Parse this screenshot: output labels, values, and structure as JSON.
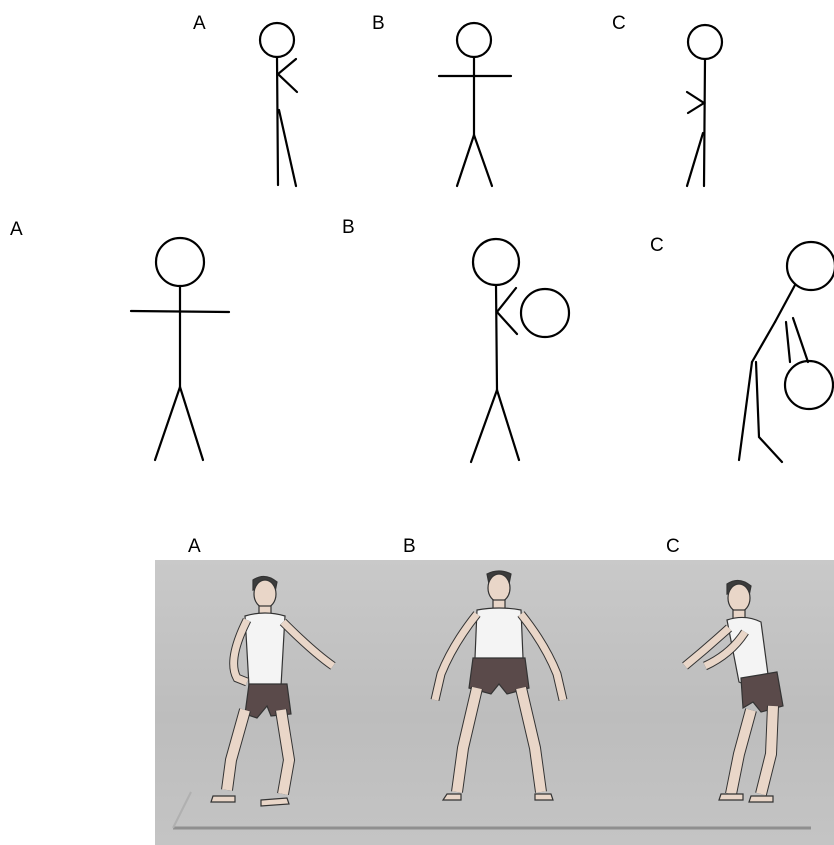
{
  "row1": {
    "labels": [
      "A",
      "B",
      "C"
    ]
  },
  "row2": {
    "labels": [
      "A",
      "B",
      "C"
    ]
  },
  "row3": {
    "labels": [
      "A",
      "B",
      "C"
    ]
  }
}
